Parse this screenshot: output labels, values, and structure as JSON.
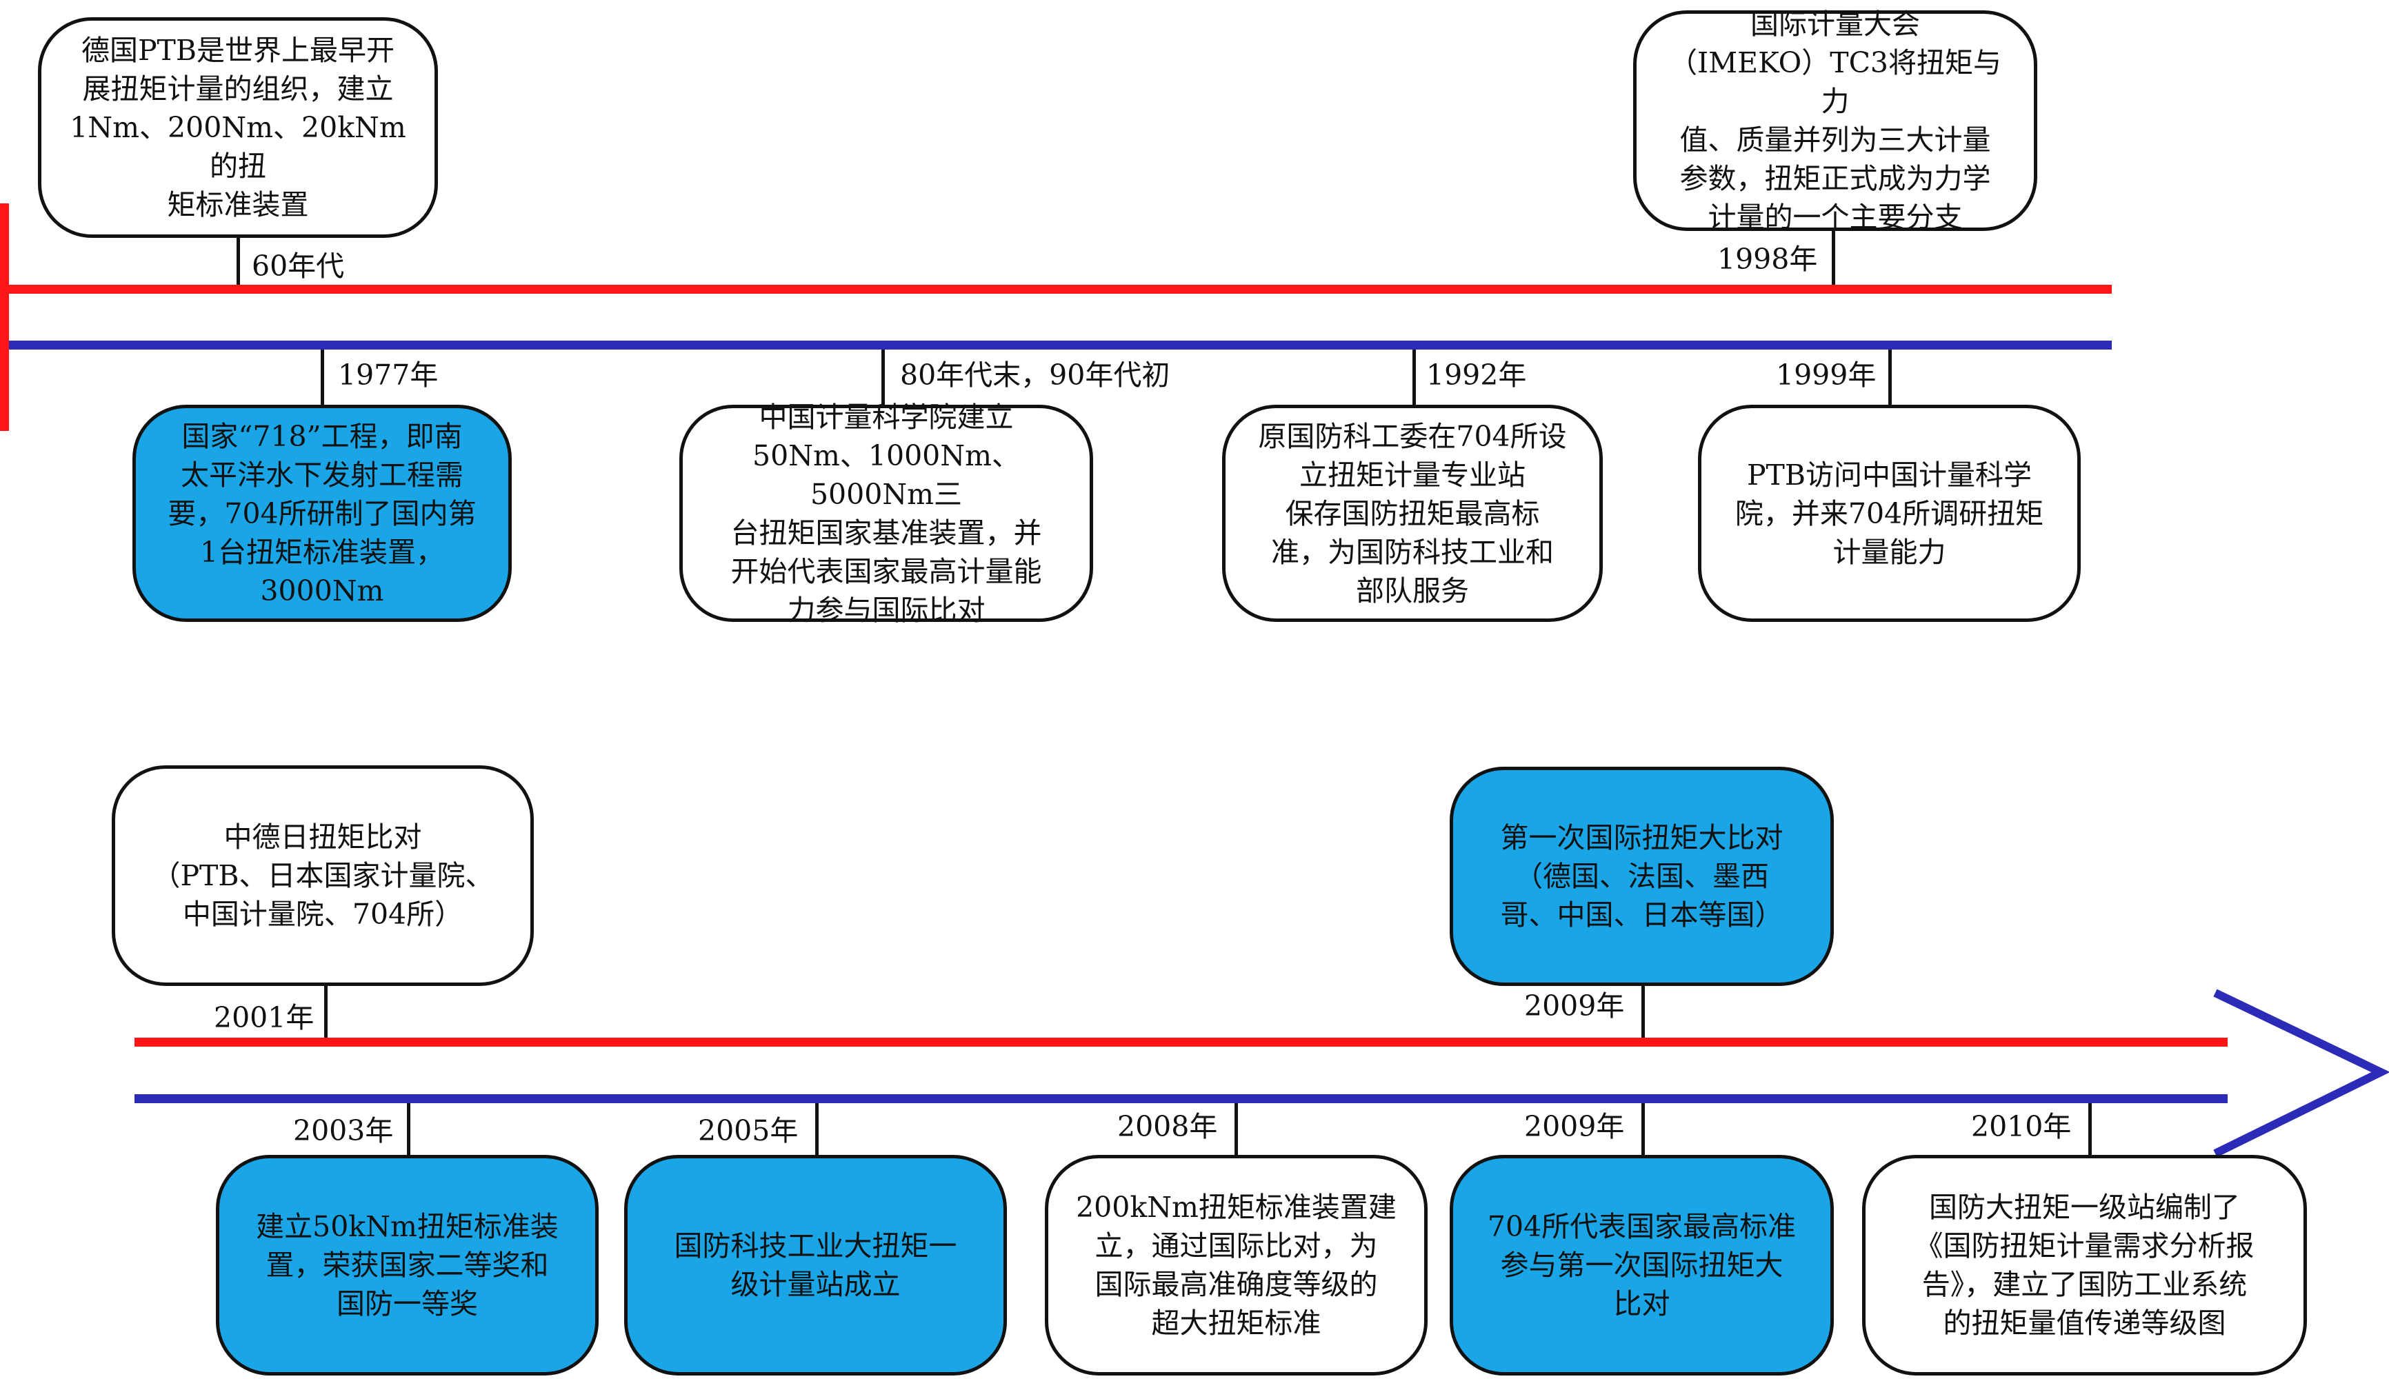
{
  "timeline1": {
    "top_events": [
      {
        "year": "60年代",
        "text": "德国PTB是世界上最早开\n展扭矩计量的组织，建立\n1Nm、200Nm、20kNm的扭\n矩标准装置"
      },
      {
        "year": "1998年",
        "text": "国际计量大会\n（IMEKO）TC3将扭矩与力\n值、质量并列为三大计量\n参数，扭矩正式成为力学\n计量的一个主要分支"
      }
    ],
    "bottom_events": [
      {
        "year": "1977年",
        "text": "国家“718”工程，即南\n太平洋水下发射工程需\n要，704所研制了国内第\n1台扭矩标准装置，\n3000Nm"
      },
      {
        "year": "80年代末，90年代初",
        "text": "中国计量科学院建立\n50Nm、1000Nm、5000Nm三\n台扭矩国家基准装置，并\n开始代表国家最高计量能\n力参与国际比对"
      },
      {
        "year": "1992年",
        "text": "原国防科工委在704所设\n立扭矩计量专业站\n保存国防扭矩最高标\n准，为国防科技工业和\n部队服务"
      },
      {
        "year": "1999年",
        "text": "PTB访问中国计量科学\n院，并来704所调研扭矩\n计量能力"
      }
    ]
  },
  "timeline2": {
    "top_events": [
      {
        "year": "2001年",
        "text": "中德日扭矩比对\n（PTB、日本国家计量院、\n中国计量院、704所）"
      },
      {
        "year": "2009年",
        "text": "第一次国际扭矩大比对\n（德国、法国、墨西\n哥、中国、日本等国）"
      }
    ],
    "bottom_events": [
      {
        "year": "2003年",
        "text": "建立50kNm扭矩标准装\n置，荣获国家二等奖和\n国防一等奖"
      },
      {
        "year": "2005年",
        "text": "国防科技工业大扭矩一\n级计量站成立"
      },
      {
        "year": "2008年",
        "text": "200kNm扭矩标准装置建\n立，通过国际比对，为\n国际最高准确度等级的\n超大扭矩标准"
      },
      {
        "year": "2009年",
        "text": "704所代表国家最高标准\n参与第一次国际扭矩大\n比对"
      },
      {
        "year": "2010年",
        "text": "国防大扭矩一级站编制了\n《国防扭矩计量需求分析报\n告》，建立了国防工业系统\n的扭矩量值传递等级图"
      }
    ]
  },
  "colors": {
    "red_line": "#ff1515",
    "blue_line": "#2b2bb8",
    "highlight_box": "#1aa5e6",
    "arrow": "#2b2bb8"
  }
}
